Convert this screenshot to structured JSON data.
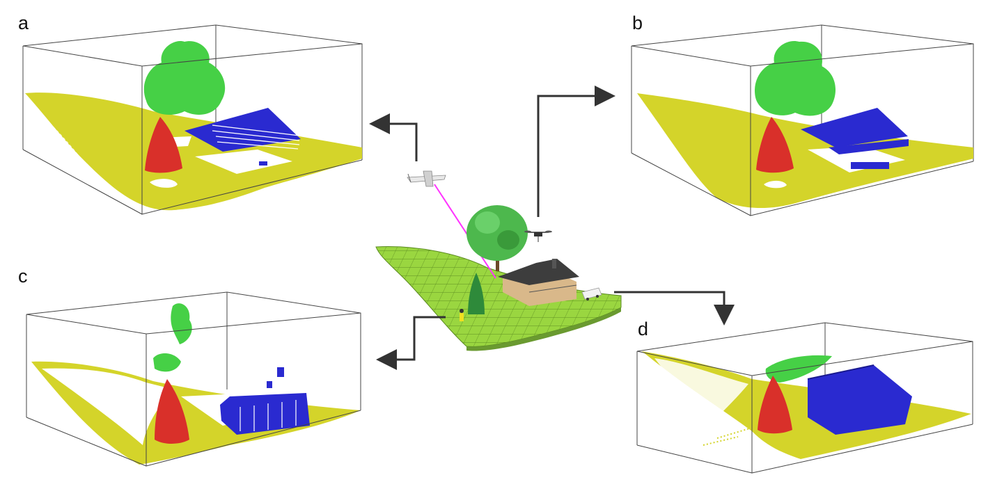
{
  "panels": [
    {
      "id": "a",
      "label": "a"
    },
    {
      "id": "b",
      "label": "b"
    },
    {
      "id": "c",
      "label": "c"
    },
    {
      "id": "d",
      "label": "d"
    }
  ],
  "colors": {
    "ground": "#d4d42a",
    "tree_canopy": "#3fcf3f",
    "conifer": "#e03a2a",
    "building": "#2828c8",
    "box_edge": "#444444",
    "arrow": "#333333",
    "laser": "#ff33ff",
    "terrain": "#9ad640"
  },
  "icons": [
    "airplane-icon",
    "drone-icon",
    "person-icon",
    "van-icon"
  ]
}
